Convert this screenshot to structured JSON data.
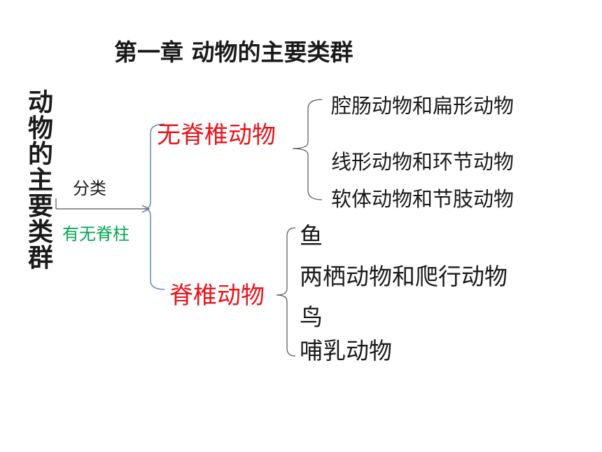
{
  "title": "第一章    动物的主要类群",
  "root": "动物的主要类群",
  "edge_top": "分类",
  "edge_bottom": "有无脊柱",
  "invertebrates": {
    "label": "无脊椎动物",
    "color": "#e8141b",
    "items": [
      "腔肠动物和扁形动物",
      "线形动物和环节动物",
      "软体动物和节肢动物"
    ]
  },
  "vertebrates": {
    "label": "脊椎动物",
    "color": "#e8141b",
    "items": [
      "鱼",
      "两栖动物和爬行动物",
      "鸟",
      "哺乳动物"
    ]
  },
  "edge_bottom_color": "#00a651"
}
